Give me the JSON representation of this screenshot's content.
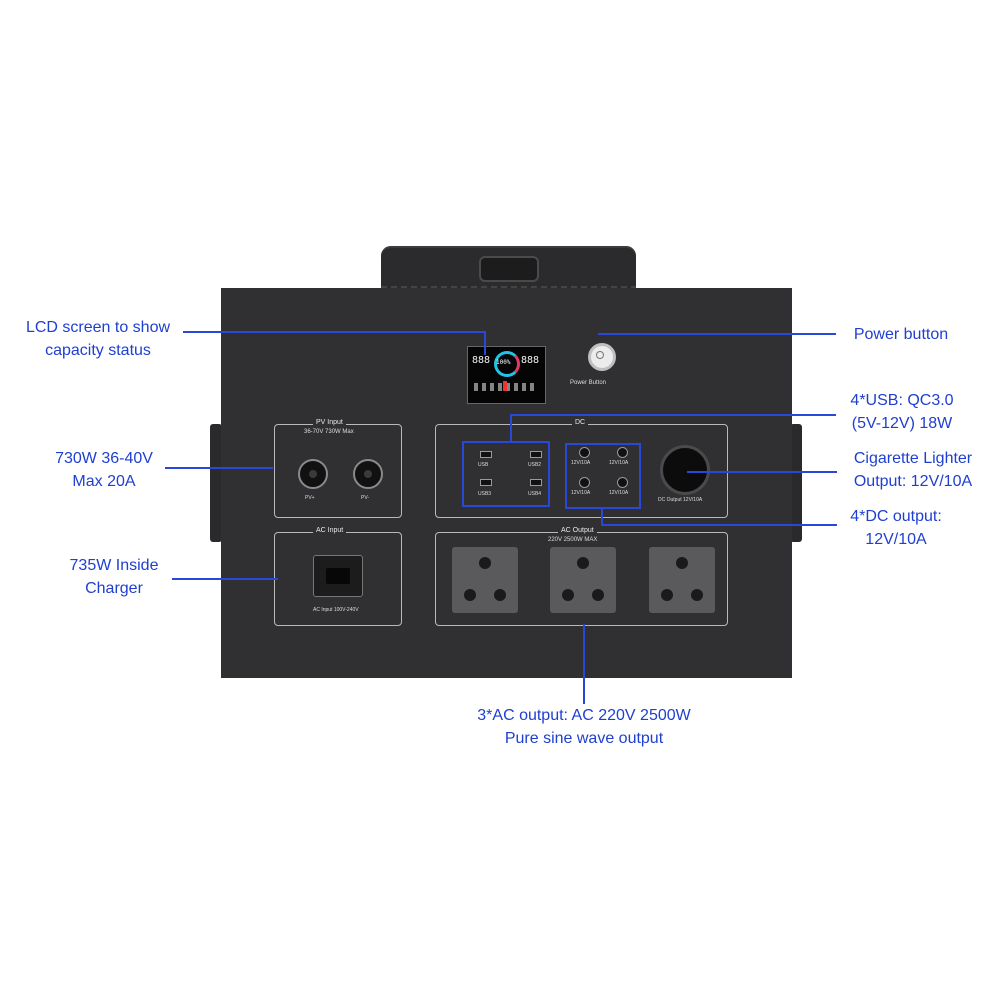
{
  "callouts": {
    "lcd": [
      "LCD screen to show",
      "capacity status"
    ],
    "power": "Power button",
    "pv": [
      "730W 36-40V",
      "Max 20A"
    ],
    "charger": [
      "735W  Inside",
      "Charger"
    ],
    "usb": [
      "4*USB: QC3.0",
      "(5V-12V) 18W"
    ],
    "lighter": [
      "Cigarette Lighter",
      "Output: 12V/10A"
    ],
    "dc": [
      "4*DC output:",
      "12V/10A"
    ],
    "ac": [
      "3*AC output: AC 220V 2500W",
      "Pure sine wave output"
    ]
  },
  "panel": {
    "power_button_label": "Power Button",
    "pv_title": "PV Input",
    "pv_spec": "36-70V  730W Max",
    "pv_plus": "PV+",
    "pv_minus": "PV-",
    "ac_input_title": "AC Input",
    "ac_input_spec": "AC Input  100V-240V",
    "dc_title": "DC",
    "usb_labels": [
      "USB",
      "USB2",
      "USB3",
      "USB4"
    ],
    "dc_labels": [
      "12V/10A",
      "12V/10A",
      "12V/10A",
      "12V/10A"
    ],
    "dc_output_label": "DC Output  12V/10A",
    "ac_output_title": "AC Output",
    "ac_output_spec": "220V  2500W MAX",
    "lcd_left": "888",
    "lcd_center": "100%",
    "lcd_right": "888"
  },
  "colors": {
    "callout": "#1f3fd0",
    "line": "#2a48d8",
    "panel": "#303032",
    "lcd_ring": "#22c3e6"
  }
}
